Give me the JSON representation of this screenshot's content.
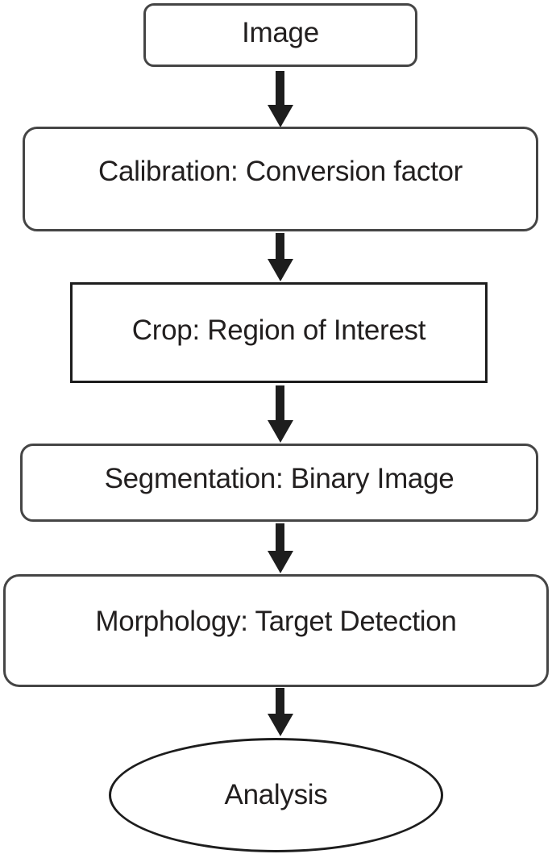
{
  "diagram": {
    "type": "flowchart",
    "direction": "top-down",
    "nodes": [
      {
        "id": "image",
        "label": "Image",
        "shape": "rounded-rectangle"
      },
      {
        "id": "calibration",
        "label": "Calibration: Conversion factor",
        "shape": "rounded-rectangle"
      },
      {
        "id": "crop",
        "label": "Crop: Region of Interest",
        "shape": "rectangle"
      },
      {
        "id": "segmentation",
        "label": "Segmentation: Binary Image",
        "shape": "rounded-rectangle"
      },
      {
        "id": "morphology",
        "label": "Morphology: Target Detection",
        "shape": "rounded-rectangle"
      },
      {
        "id": "analysis",
        "label": "Analysis",
        "shape": "ellipse"
      }
    ],
    "edges": [
      {
        "from": "image",
        "to": "calibration"
      },
      {
        "from": "calibration",
        "to": "crop"
      },
      {
        "from": "crop",
        "to": "segmentation"
      },
      {
        "from": "segmentation",
        "to": "morphology"
      },
      {
        "from": "morphology",
        "to": "analysis"
      }
    ],
    "colors": {
      "background": "#ffffff",
      "rounded_border": "#454545",
      "sharp_border": "#1d1d1d",
      "ellipse_border": "#1d1d1d",
      "arrow": "#1d1d1d",
      "text": "#221f1f"
    }
  }
}
